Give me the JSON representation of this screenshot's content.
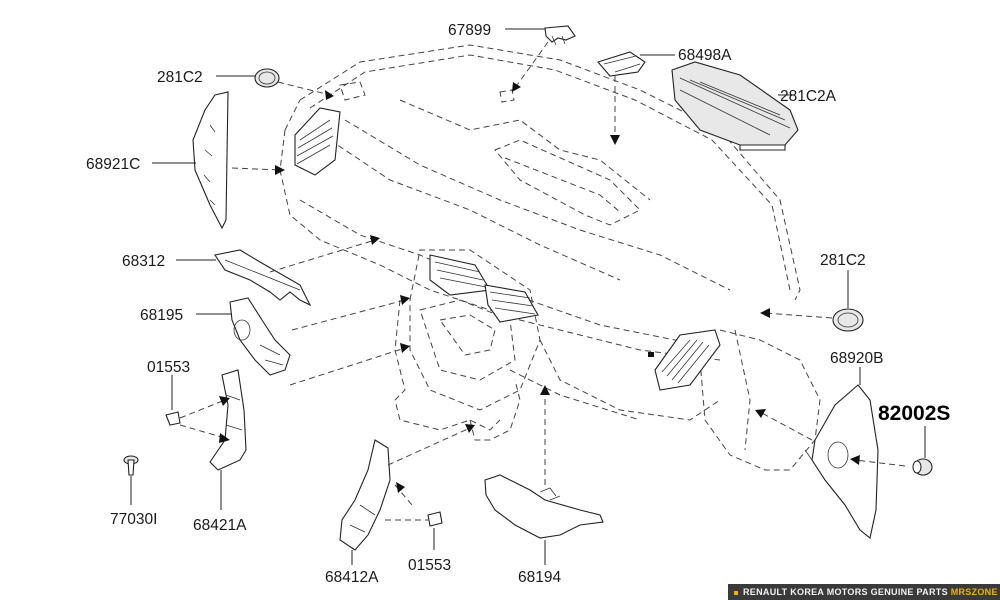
{
  "diagram": {
    "part_labels": {
      "p67899": "67899",
      "p68498A": "68498A",
      "p281C2_top": "281C2",
      "p281C2A": "281C2A",
      "p68921C": "68921C",
      "p68312": "68312",
      "p68195": "68195",
      "p01553_left": "01553",
      "p77030I": "77030I",
      "p68421A": "68421A",
      "p68412A": "68412A",
      "p01553_bottom": "01553",
      "p68194": "68194",
      "p281C2_right": "281C2",
      "p68920B": "68920B",
      "p82002S": "82002S"
    },
    "highlighted_part": "82002S"
  },
  "footer": {
    "text": "RENAULT KOREA MOTORS GENUINE PARTS",
    "brand": "MRSZONE"
  },
  "colors": {
    "line": "#222222",
    "footer_bg": "#3a3a3a",
    "brand": "#f0b400"
  }
}
